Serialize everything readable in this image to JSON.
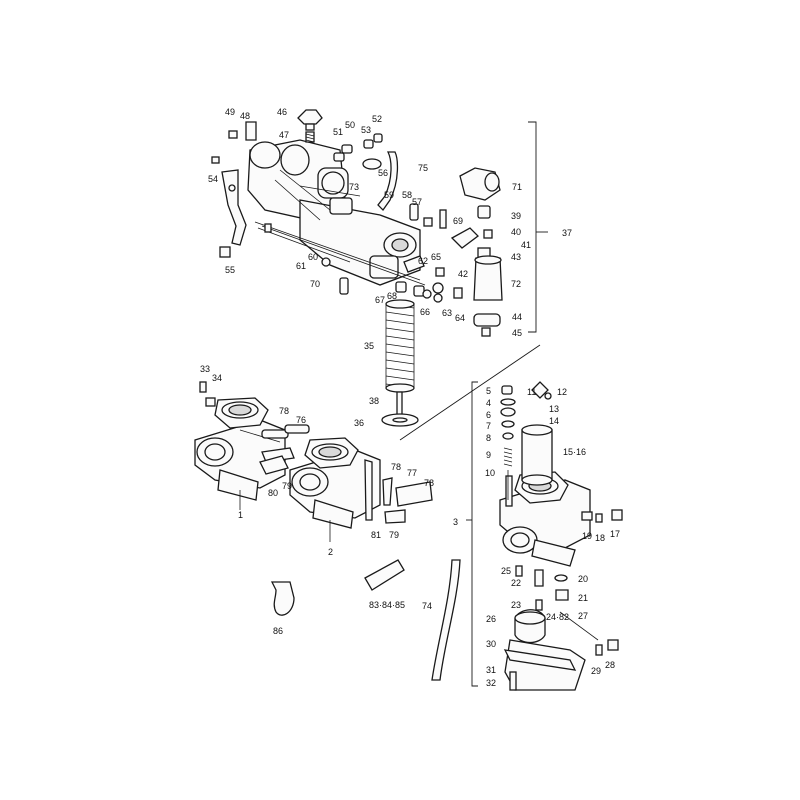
{
  "labels": {
    "p49": "49",
    "p48": "48",
    "p46": "46",
    "p47": "47",
    "p51": "51",
    "p50": "50",
    "p53": "53",
    "p52": "52",
    "p54": "54",
    "p56": "56",
    "p75": "75",
    "p73": "73",
    "p71": "71",
    "p59": "59",
    "p58": "58",
    "p57": "57",
    "p69": "69",
    "p39": "39",
    "p40": "40",
    "p41": "41",
    "p37": "37",
    "p55": "55",
    "p60": "60",
    "p61": "61",
    "p42": "42",
    "p43": "43",
    "p70": "70",
    "p62": "62",
    "p65": "65",
    "p72": "72",
    "p67": "67",
    "p68": "68",
    "p66": "66",
    "p63": "63",
    "p64": "64",
    "p44": "44",
    "p45": "45",
    "p35": "35",
    "p33": "33",
    "p34": "34",
    "p38": "38",
    "p36": "36",
    "p78a": "78",
    "p76": "76",
    "p5": "5",
    "p11": "11",
    "p12": "12",
    "p4": "4",
    "p13": "13",
    "p6": "6",
    "p14": "14",
    "p7": "7",
    "p8": "8",
    "p9": "9",
    "p1516": "15·16",
    "p10": "10",
    "p80": "80",
    "p79a": "79",
    "p78b": "78",
    "p77": "77",
    "p78c": "78",
    "p1": "1",
    "p81": "81",
    "p79b": "79",
    "p2": "2",
    "p3": "3",
    "p19": "19",
    "p18": "18",
    "p17": "17",
    "p25": "25",
    "p22": "22",
    "p20": "20",
    "p21": "21",
    "p838485": "83·84·85",
    "p74": "74",
    "p23": "23",
    "p2482": "24·82",
    "p27": "27",
    "p26": "26",
    "p86": "86",
    "p30": "30",
    "p29": "29",
    "p28": "28",
    "p31": "31",
    "p32": "32"
  }
}
